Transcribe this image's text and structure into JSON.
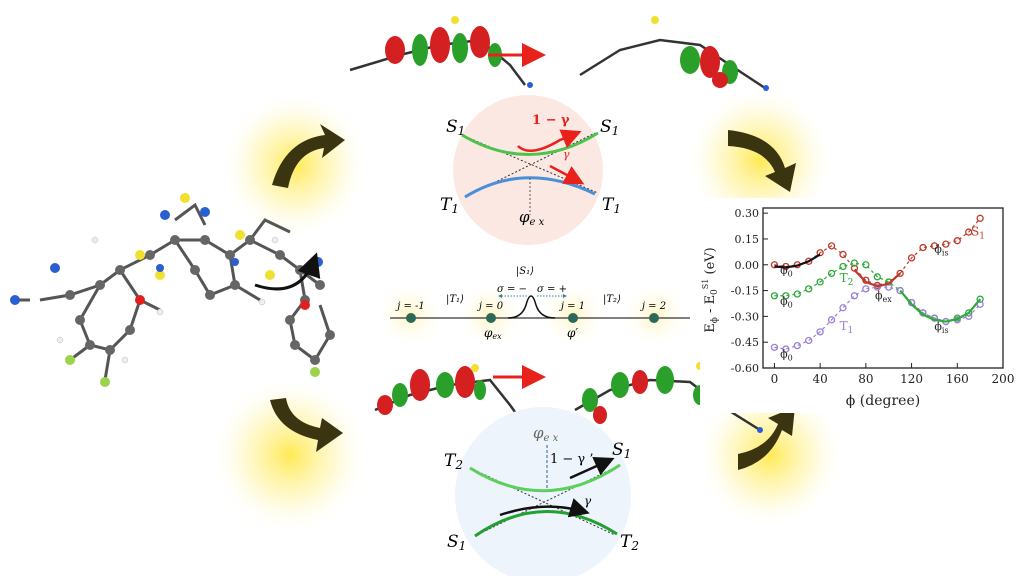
{
  "top_panel": {
    "left_state_top": "S",
    "left_state_top_sub": "1",
    "right_state_top": "S",
    "right_state_top_sub": "1",
    "left_state_bottom": "T",
    "left_state_bottom_sub": "1",
    "right_state_bottom": "T",
    "right_state_bottom_sub": "1",
    "prob_upper": "1 − γ",
    "prob_lower": "γ",
    "crossing_label": "φ",
    "crossing_sub": "e x"
  },
  "bottom_panel": {
    "left_state_top": "T",
    "left_state_top_sub": "2",
    "right_state_top": "S",
    "right_state_top_sub": "1",
    "left_state_bottom": "S",
    "left_state_bottom_sub": "1",
    "right_state_bottom": "T",
    "right_state_bottom_sub": "2",
    "prob_upper": "1 − γ ’",
    "prob_lower": "γ",
    "crossing_label": "φ",
    "crossing_sub": "e x"
  },
  "lattice": {
    "s1_label": "|S₁⟩",
    "t1_label": "|T₁⟩",
    "t2_label": "|T₂⟩",
    "sigma_minus": "σ = −",
    "sigma_plus": "σ = +",
    "sites": [
      "j = -1",
      "j = 0",
      "j = 1",
      "j = 2"
    ],
    "phi_ex": "φ",
    "phi_ex_sub": "ex",
    "phi_prime": "φ′"
  },
  "colors": {
    "s1": "#c0392b",
    "t2": "#2eaa3a",
    "t1": "#9b7fd6",
    "fit_black": "#111111",
    "arrow_red": "#e8221b",
    "arrow_dark": "#3b3410",
    "glow": "#ffe84a",
    "top_disc": "#fbe8e3",
    "bottom_disc": "#eef4fb"
  },
  "chart_data": {
    "type": "line",
    "xlabel": "ϕ (degree)",
    "ylabel": "E_ϕ - E_0^S1 (eV)",
    "xlim": [
      -10,
      200
    ],
    "ylim": [
      -0.6,
      0.33
    ],
    "xticks": [
      0,
      40,
      80,
      120,
      160,
      200
    ],
    "yticks": [
      0.3,
      0.15,
      0.0,
      -0.15,
      -0.3,
      -0.45,
      -0.6
    ],
    "ytick_labels": [
      "0.30",
      "0.15",
      "0.00",
      "-0.15",
      "-0.30",
      "-0.45",
      "-0.60"
    ],
    "x": [
      0,
      10,
      20,
      30,
      40,
      50,
      60,
      70,
      80,
      90,
      100,
      110,
      120,
      130,
      140,
      150,
      160,
      170,
      180
    ],
    "series": [
      {
        "name": "S1",
        "label": "S",
        "label_sub": "1",
        "color": "#c0392b",
        "values": [
          0.0,
          -0.01,
          0.0,
          0.02,
          0.07,
          0.11,
          0.06,
          -0.02,
          -0.09,
          -0.12,
          -0.1,
          -0.05,
          0.04,
          0.1,
          0.11,
          0.12,
          0.14,
          0.19,
          0.27
        ]
      },
      {
        "name": "T2",
        "label": "T",
        "label_sub": "2",
        "color": "#2eaa3a",
        "values": [
          -0.18,
          -0.18,
          -0.17,
          -0.14,
          -0.1,
          -0.05,
          -0.01,
          0.01,
          0.0,
          -0.07,
          -0.1,
          -0.15,
          -0.22,
          -0.28,
          -0.31,
          -0.33,
          -0.31,
          -0.28,
          -0.2
        ]
      },
      {
        "name": "T1",
        "label": "T",
        "label_sub": "1",
        "color": "#9b7fd6",
        "values": [
          -0.48,
          -0.49,
          -0.47,
          -0.44,
          -0.39,
          -0.32,
          -0.25,
          -0.18,
          -0.14,
          -0.13,
          -0.13,
          -0.15,
          -0.22,
          -0.28,
          -0.31,
          -0.33,
          -0.32,
          -0.3,
          -0.23
        ]
      }
    ],
    "fits": [
      {
        "color": "#111111",
        "x": [
          0,
          10,
          20,
          30,
          40
        ],
        "values": [
          -0.01,
          -0.015,
          -0.005,
          0.02,
          0.06
        ]
      },
      {
        "color": "#c0392b",
        "x": [
          70,
          80,
          90,
          100,
          110
        ],
        "values": [
          -0.03,
          -0.1,
          -0.125,
          -0.11,
          -0.05
        ]
      },
      {
        "color": "#2eaa3a",
        "x": [
          110,
          120,
          130,
          140,
          150,
          160,
          170,
          180
        ],
        "values": [
          -0.15,
          -0.23,
          -0.29,
          -0.32,
          -0.33,
          -0.315,
          -0.28,
          -0.2
        ]
      }
    ],
    "annotations": [
      {
        "text": "ϕ",
        "sub": "0",
        "x": 5,
        "y": -0.05
      },
      {
        "text": "ϕ",
        "sub": "0",
        "x": 5,
        "y": -0.23
      },
      {
        "text": "ϕ",
        "sub": "0",
        "x": 5,
        "y": -0.54
      },
      {
        "text": "ϕ",
        "sub": "ex",
        "x": 88,
        "y": -0.2
      },
      {
        "text": "ϕ",
        "sub": "is",
        "x": 140,
        "y": 0.07
      },
      {
        "text": "ϕ",
        "sub": "is",
        "x": 140,
        "y": -0.38
      }
    ],
    "grid": false
  }
}
